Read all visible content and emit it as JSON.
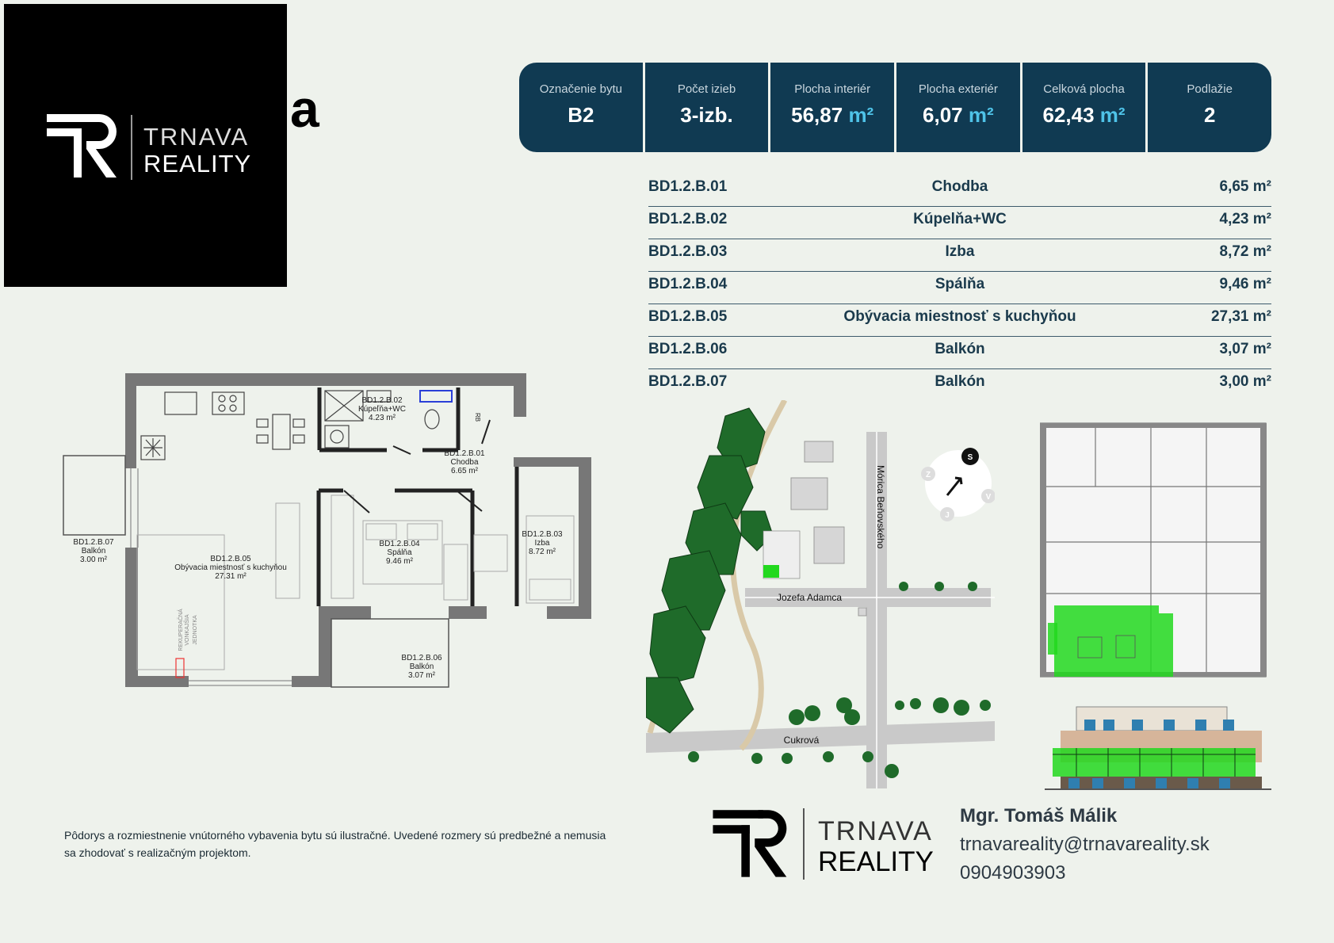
{
  "brand": {
    "word1": "TRNAVA",
    "word2": "REALITY",
    "suffix_letter": "a"
  },
  "stats": [
    {
      "label": "Označenie bytu",
      "value": "B2",
      "unit": ""
    },
    {
      "label": "Počet izieb",
      "value": "3-izb.",
      "unit": ""
    },
    {
      "label": "Plocha interiér",
      "value": "56,87",
      "unit": "m²"
    },
    {
      "label": "Plocha exteriér",
      "value": "6,07",
      "unit": "m²"
    },
    {
      "label": "Celková plocha",
      "value": "62,43",
      "unit": "m²"
    },
    {
      "label": "Podlažie",
      "value": "2",
      "unit": ""
    }
  ],
  "rooms": [
    {
      "code": "BD1.2.B.01",
      "name": "Chodba",
      "area": "6,65 m²"
    },
    {
      "code": "BD1.2.B.02",
      "name": "Kúpelňa+WC",
      "area": "4,23 m²"
    },
    {
      "code": "BD1.2.B.03",
      "name": "Izba",
      "area": "8,72 m²"
    },
    {
      "code": "BD1.2.B.04",
      "name": "Spálňa",
      "area": "9,46 m²"
    },
    {
      "code": "BD1.2.B.05",
      "name": "Obývacia miestnosť s kuchyňou",
      "area": "27,31 m²"
    },
    {
      "code": "BD1.2.B.06",
      "name": "Balkón",
      "area": "3,07 m²"
    },
    {
      "code": "BD1.2.B.07",
      "name": "Balkón",
      "area": "3,00 m²"
    }
  ],
  "plan_labels": {
    "r01": [
      "BD1.2.B.01",
      "Chodba",
      "6.65 m²"
    ],
    "r02": [
      "BD1.2.B.02",
      "Kúpeľňa+WC",
      "4.23 m²"
    ],
    "r03": [
      "BD1.2.B.03",
      "Izba",
      "8.72 m²"
    ],
    "r04": [
      "BD1.2.B.04",
      "Spálňa",
      "9.46 m²"
    ],
    "r05": [
      "BD1.2.B.05",
      "Obývacia miestnosť s kuchyňou",
      "27.31 m²"
    ],
    "r06": [
      "BD1.2.B.06",
      "Balkón",
      "3.07 m²"
    ],
    "r07": [
      "BD1.2.B.07",
      "Balkón",
      "3.00 m²"
    ],
    "rb": "RB",
    "unit_vertical_1": "VONKAJŠIA",
    "unit_vertical_2": "JEDNOTKA",
    "unit_vertical_3": "REKUPERAČNÁ"
  },
  "map": {
    "street_vertical": "Mórica Beňovského",
    "street_horizontal": "Jozefa Adamca",
    "street_bottom": "Cukrová",
    "compass_n": "S",
    "compass_w": "Z",
    "compass_e": "V",
    "compass_s": "J"
  },
  "disclaimer": "Pôdorys a rozmiestnenie vnútorného vybavenia bytu sú ilustračné. Uvedené rozmery sú predbežné a nemusia sa zhodovať s realizačným projektom.",
  "contact": {
    "name": "Mgr. Tomáš Málik",
    "email": "trnavareality@trnavareality.sk",
    "phone": "0904903903"
  },
  "colors": {
    "navy": "#103a52",
    "accent": "#4fc3e8",
    "highlight": "#22d81e",
    "tree": "#1f6b2a"
  }
}
